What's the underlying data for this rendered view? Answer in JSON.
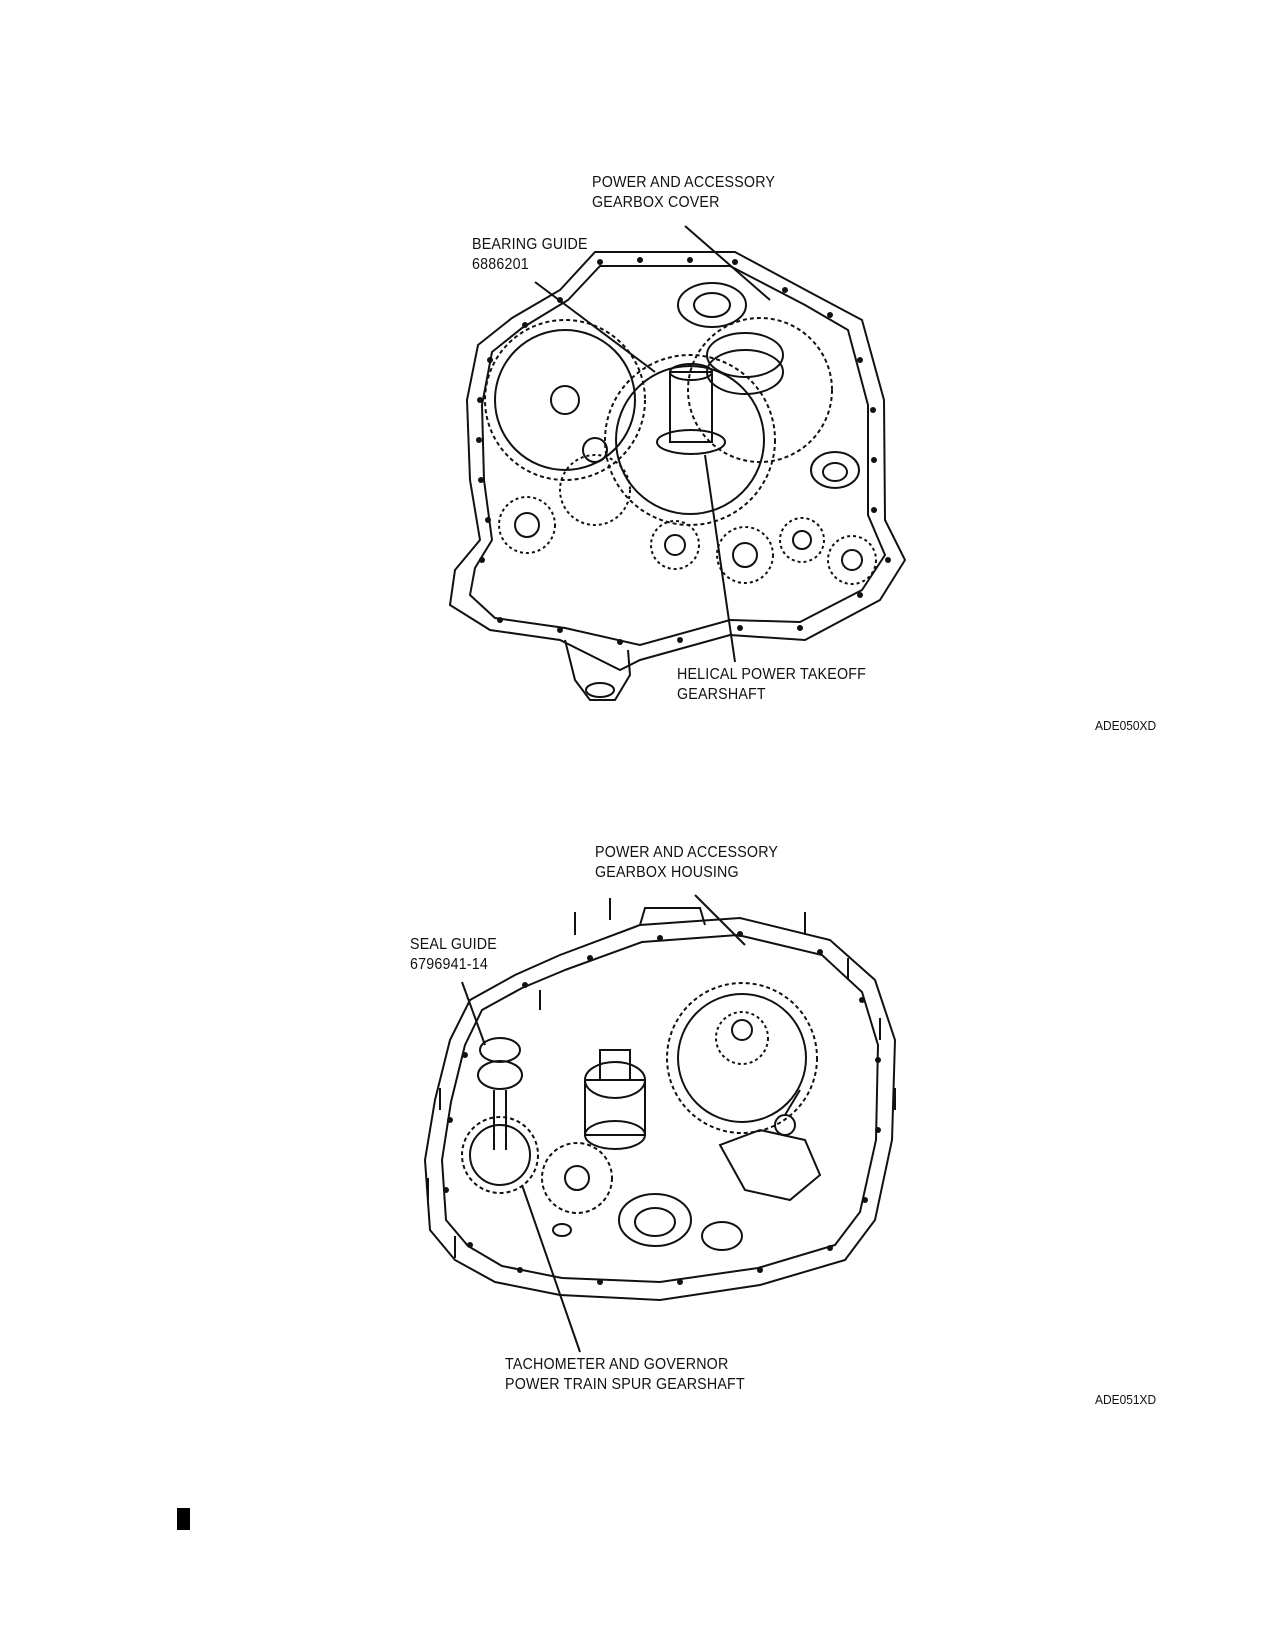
{
  "figure1": {
    "callouts": {
      "cover": [
        "POWER AND ACCESSORY",
        "GEARBOX COVER"
      ],
      "bearing_guide": [
        "BEARING GUIDE",
        "6886201"
      ],
      "gearshaft": [
        "HELICAL POWER TAKEOFF",
        "GEARSHAFT"
      ]
    },
    "figure_id": "ADE050XD"
  },
  "figure2": {
    "callouts": {
      "housing": [
        "POWER AND ACCESSORY",
        "GEARBOX HOUSING"
      ],
      "seal_guide": [
        "SEAL GUIDE",
        "6796941-14"
      ],
      "spur_gearshaft": [
        "TACHOMETER AND GOVERNOR",
        "POWER TRAIN SPUR GEARSHAFT"
      ]
    },
    "figure_id": "ADE051XD"
  }
}
